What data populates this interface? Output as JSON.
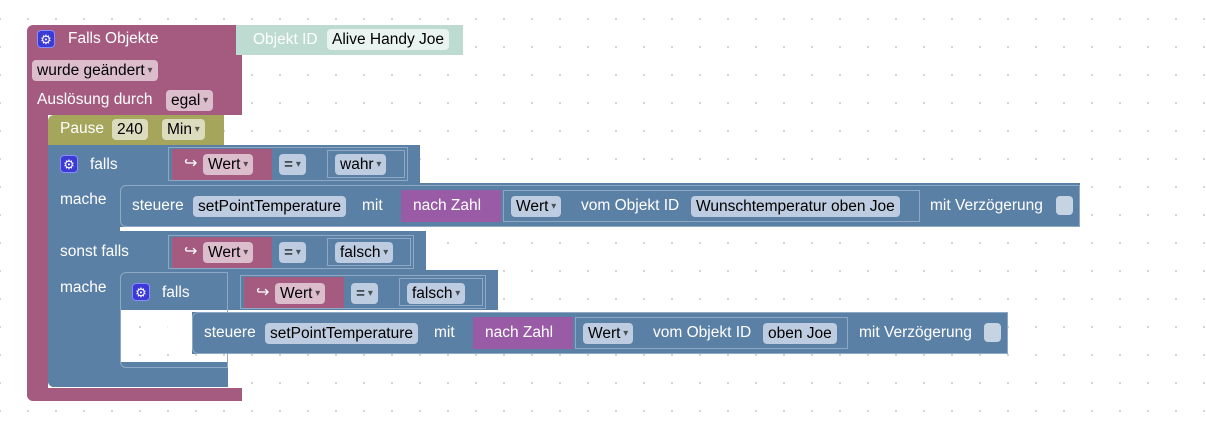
{
  "trigger_block": {
    "title": "Falls Objekte",
    "object_id_label": "Objekt ID",
    "object_id_value": "Alive Handy Joe",
    "change_mode": "wurde geändert",
    "trigger_by_label": "Auslösung durch",
    "trigger_by_value": "egal"
  },
  "pause_block": {
    "label": "Pause",
    "value": "240",
    "unit": "Min"
  },
  "if_block": {
    "if_label": "falls",
    "do_label": "mache",
    "elseif_label": "sonst falls",
    "condition1": {
      "var": "Wert",
      "op": "=",
      "value": "wahr"
    },
    "action1": {
      "control_label": "steuere",
      "state": "setPointTemperature",
      "with_label": "mit",
      "convert_label": "nach Zahl",
      "value_attr": "Wert",
      "from_object_label": "vom Objekt ID",
      "object_id": "Wunschtemperatur oben Joe",
      "delay_label": "mit Verzögerung"
    },
    "condition2": {
      "var": "Wert",
      "op": "=",
      "value": "falsch"
    },
    "nested_if": {
      "if_label": "falls",
      "do_label": "mache",
      "condition": {
        "var": "Wert",
        "op": "=",
        "value": "falsch"
      },
      "action": {
        "control_label": "steuere",
        "state": "setPointTemperature",
        "with_label": "mit",
        "convert_label": "nach Zahl",
        "value_attr": "Wert",
        "from_object_label": "vom Objekt ID",
        "object_id": "oben Joe",
        "delay_label": "mit Verzögerung"
      }
    }
  },
  "icons": {
    "gear": "⚙",
    "variable_arrow": "↪"
  },
  "colors": {
    "event_block": "#a55b80",
    "object_id_block": "#bddbd1",
    "timer_block": "#a5a55b",
    "logic_block": "#5b80a5",
    "convert_block": "#995ba5"
  }
}
